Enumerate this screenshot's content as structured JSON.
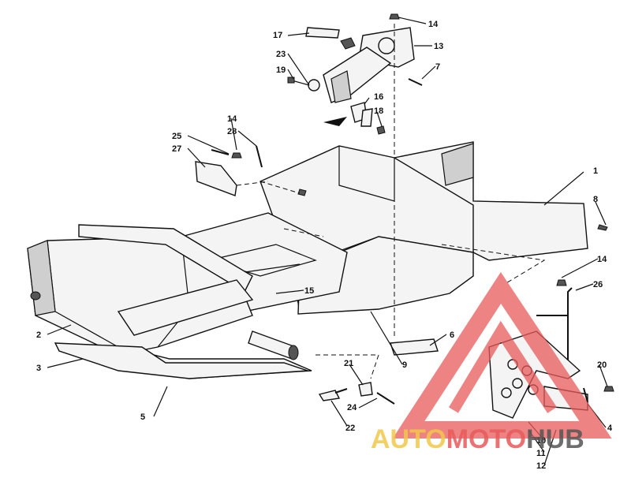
{
  "callouts": [
    "1",
    "2",
    "3",
    "4",
    "5",
    "6",
    "7",
    "8",
    "9",
    "10",
    "11",
    "12",
    "13",
    "14",
    "15",
    "16",
    "17",
    "18",
    "19",
    "20",
    "21",
    "22",
    "23",
    "24",
    "25",
    "26",
    "27",
    "28"
  ],
  "watermark": {
    "part1": "AUTO",
    "part2": "MOTO",
    "part3": "HUB",
    "color_a": "#f2c84b",
    "color_b": "#e85a5a",
    "color_c": "#555555"
  }
}
